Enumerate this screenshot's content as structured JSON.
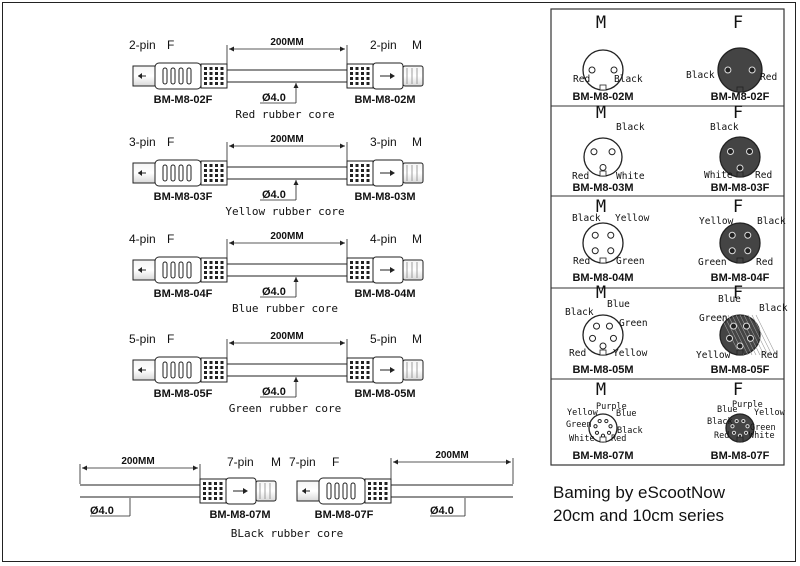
{
  "caption": {
    "line1": "Baming by eScootNow",
    "line2": "20cm and 10cm series"
  },
  "cables": [
    {
      "pins_label": "2-pin",
      "left_gender": "F",
      "right_gender": "M",
      "length_label": "200MM",
      "diameter_label": "Ø4.0",
      "left_model": "BM-M8-02F",
      "right_model": "BM-M8-02M",
      "core_label": "Red rubber core"
    },
    {
      "pins_label": "3-pin",
      "left_gender": "F",
      "right_gender": "M",
      "length_label": "200MM",
      "diameter_label": "Ø4.0",
      "left_model": "BM-M8-03F",
      "right_model": "BM-M8-03M",
      "core_label": "Yellow rubber core"
    },
    {
      "pins_label": "4-pin",
      "left_gender": "F",
      "right_gender": "M",
      "length_label": "200MM",
      "diameter_label": "Ø4.0",
      "left_model": "BM-M8-04F",
      "right_model": "BM-M8-04M",
      "core_label": "Blue rubber core"
    },
    {
      "pins_label": "5-pin",
      "left_gender": "F",
      "right_gender": "M",
      "length_label": "200MM",
      "diameter_label": "Ø4.0",
      "left_model": "BM-M8-05F",
      "right_model": "BM-M8-05M",
      "core_label": "Green rubber core"
    }
  ],
  "cable_7pin": {
    "male": {
      "pins_label": "7-pin",
      "gender": "M",
      "length_label": "200MM",
      "diameter_label": "Ø4.0",
      "model": "BM-M8-07M"
    },
    "female": {
      "pins_label": "7-pin",
      "gender": "F",
      "length_label": "200MM",
      "diameter_label": "Ø4.0",
      "model": "BM-M8-07F"
    },
    "core_label": "BLack rubber core"
  },
  "pinouts": [
    {
      "left": {
        "gender": "M",
        "model": "BM-M8-02M",
        "wires": [
          "Red",
          "Black"
        ]
      },
      "right": {
        "gender": "F",
        "model": "BM-M8-02F",
        "wires": [
          "Black",
          "Red"
        ]
      }
    },
    {
      "left": {
        "gender": "M",
        "model": "BM-M8-03M",
        "wires": [
          "Black",
          "Red",
          "White"
        ]
      },
      "right": {
        "gender": "F",
        "model": "BM-M8-03F",
        "wires": [
          "Black",
          "White",
          "Red"
        ]
      }
    },
    {
      "left": {
        "gender": "M",
        "model": "BM-M8-04M",
        "wires": [
          "Black",
          "Yellow",
          "Red",
          "Green"
        ]
      },
      "right": {
        "gender": "F",
        "model": "BM-M8-04F",
        "wires": [
          "Yellow",
          "Black",
          "Green",
          "Red"
        ]
      }
    },
    {
      "left": {
        "gender": "M",
        "model": "BM-M8-05M",
        "wires": [
          "Black",
          "Blue",
          "Green",
          "Red",
          "Yellow"
        ]
      },
      "right": {
        "gender": "F",
        "model": "BM-M8-05F",
        "wires": [
          "Blue",
          "Black",
          "Green",
          "Yellow",
          "Red"
        ]
      }
    },
    {
      "left": {
        "gender": "M",
        "model": "BM-M8-07M",
        "wires": [
          "Yellow",
          "Purple",
          "Blue",
          "Green",
          "Black",
          "White",
          "Red"
        ]
      },
      "right": {
        "gender": "F",
        "model": "BM-M8-07F",
        "wires": [
          "Purple",
          "Blue",
          "Yellow",
          "Black",
          "Green",
          "Red",
          "White"
        ]
      }
    }
  ]
}
